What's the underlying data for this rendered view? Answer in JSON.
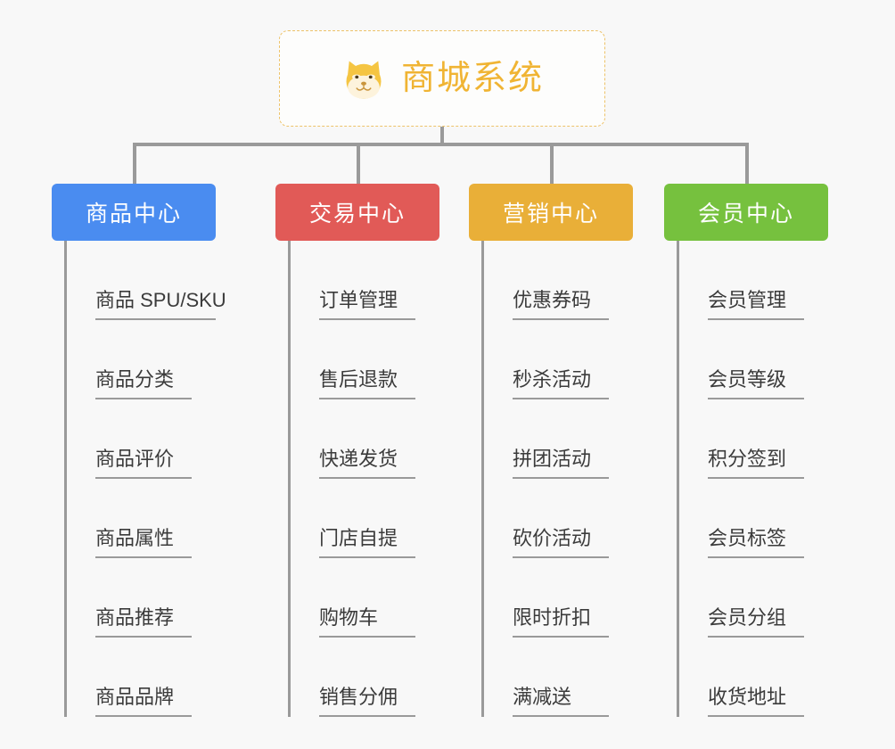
{
  "diagram": {
    "type": "org-tree",
    "background_color": "#f8f8f8",
    "connector_color": "#9a9a9a"
  },
  "root": {
    "title": "商城系统",
    "icon": "doge-shiba-icon",
    "text_color": "#f0b433",
    "border_color": "#edc36a",
    "background": "#fdfdfc"
  },
  "categories": [
    {
      "label": "商品中心",
      "color": "#4a8cf0",
      "items": [
        "商品 SPU/SKU",
        "商品分类",
        "商品评价",
        "商品属性",
        "商品推荐",
        "商品品牌"
      ]
    },
    {
      "label": "交易中心",
      "color": "#e15a57",
      "items": [
        "订单管理",
        "售后退款",
        "快递发货",
        "门店自提",
        "购物车",
        "销售分佣"
      ]
    },
    {
      "label": "营销中心",
      "color": "#e9af38",
      "items": [
        "优惠券码",
        "秒杀活动",
        "拼团活动",
        "砍价活动",
        "限时折扣",
        "满减送"
      ]
    },
    {
      "label": "会员中心",
      "color": "#76c13e",
      "items": [
        "会员管理",
        "会员等级",
        "积分签到",
        "会员标签",
        "会员分组",
        "收货地址"
      ]
    }
  ]
}
